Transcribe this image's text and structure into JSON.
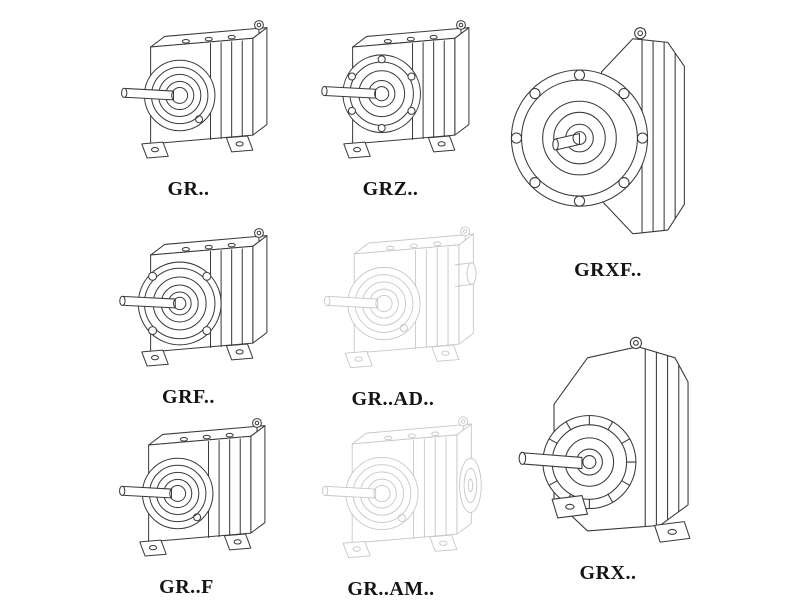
{
  "page": {
    "background": "#ffffff",
    "kind": "gear-reducer-model-catalog"
  },
  "colors": {
    "line": "#3a3a3a",
    "ghost_line": "#c7c7c7",
    "label_text": "#141414",
    "background": "#ffffff"
  },
  "figures": [
    {
      "id": "gr",
      "label": "GR..",
      "drawing": "foot-mounted-helical-gearbox"
    },
    {
      "id": "grz",
      "label": "GRZ..",
      "drawing": "foot-mounted-helical-gearbox-large-bearing"
    },
    {
      "id": "grxf",
      "label": "GRXF..",
      "drawing": "flange-mounted-helical-gearbox-front-flange"
    },
    {
      "id": "grf",
      "label": "GRF..",
      "drawing": "flange-helical-gearbox"
    },
    {
      "id": "gr_ad",
      "label": "GR..AD..",
      "drawing": "helical-gearbox-with-input-adapter-ghost"
    },
    {
      "id": "gr_f",
      "label": "GR..F",
      "drawing": "foot-flange-helical-gearbox"
    },
    {
      "id": "gr_am",
      "label": "GR..AM..",
      "drawing": "helical-gearbox-with-motor-adapter-ghost"
    },
    {
      "id": "grx",
      "label": "GRX..",
      "drawing": "large-foot-mounted-helical-gearbox-finned-bearing"
    }
  ]
}
